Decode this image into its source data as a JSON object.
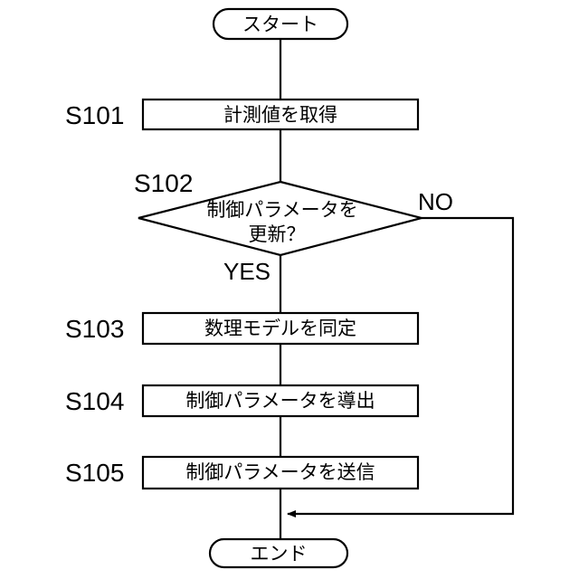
{
  "flowchart": {
    "start": "スタート",
    "end": "エンド",
    "steps": {
      "s101": {
        "id": "S101",
        "text": "計測値を取得"
      },
      "s102": {
        "id": "S102",
        "text_line1": "制御パラメータを",
        "text_line2": "更新？"
      },
      "s103": {
        "id": "S103",
        "text": "数理モデルを同定"
      },
      "s104": {
        "id": "S104",
        "text": "制御パラメータを導出"
      },
      "s105": {
        "id": "S105",
        "text": "制御パラメータを送信"
      }
    },
    "branches": {
      "yes": "YES",
      "no": "NO"
    }
  }
}
